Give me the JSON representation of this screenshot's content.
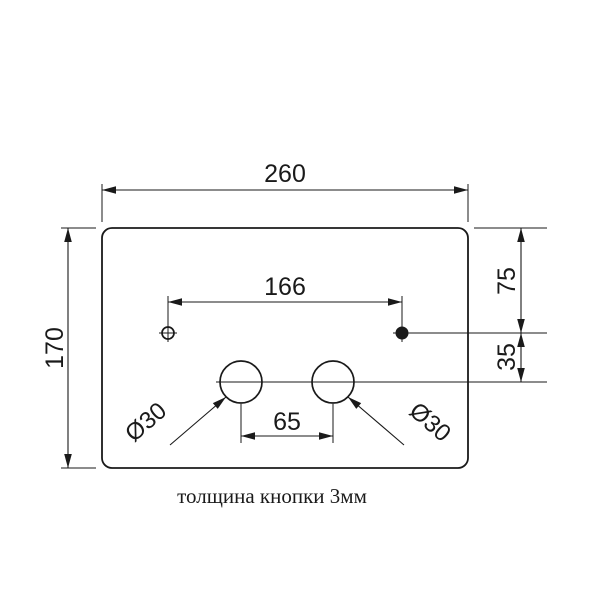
{
  "drawing": {
    "note": "толщина кнопки 3мм",
    "ink_color": "#1a1a1a",
    "dimensions": {
      "plate_width": "260",
      "plate_height": "170",
      "hole_spacing": "166",
      "top_to_hole": "75",
      "hole_to_button": "35",
      "button_spacing": "65",
      "left_button_diameter": "Ø30",
      "right_button_diameter": "Ø30"
    }
  }
}
